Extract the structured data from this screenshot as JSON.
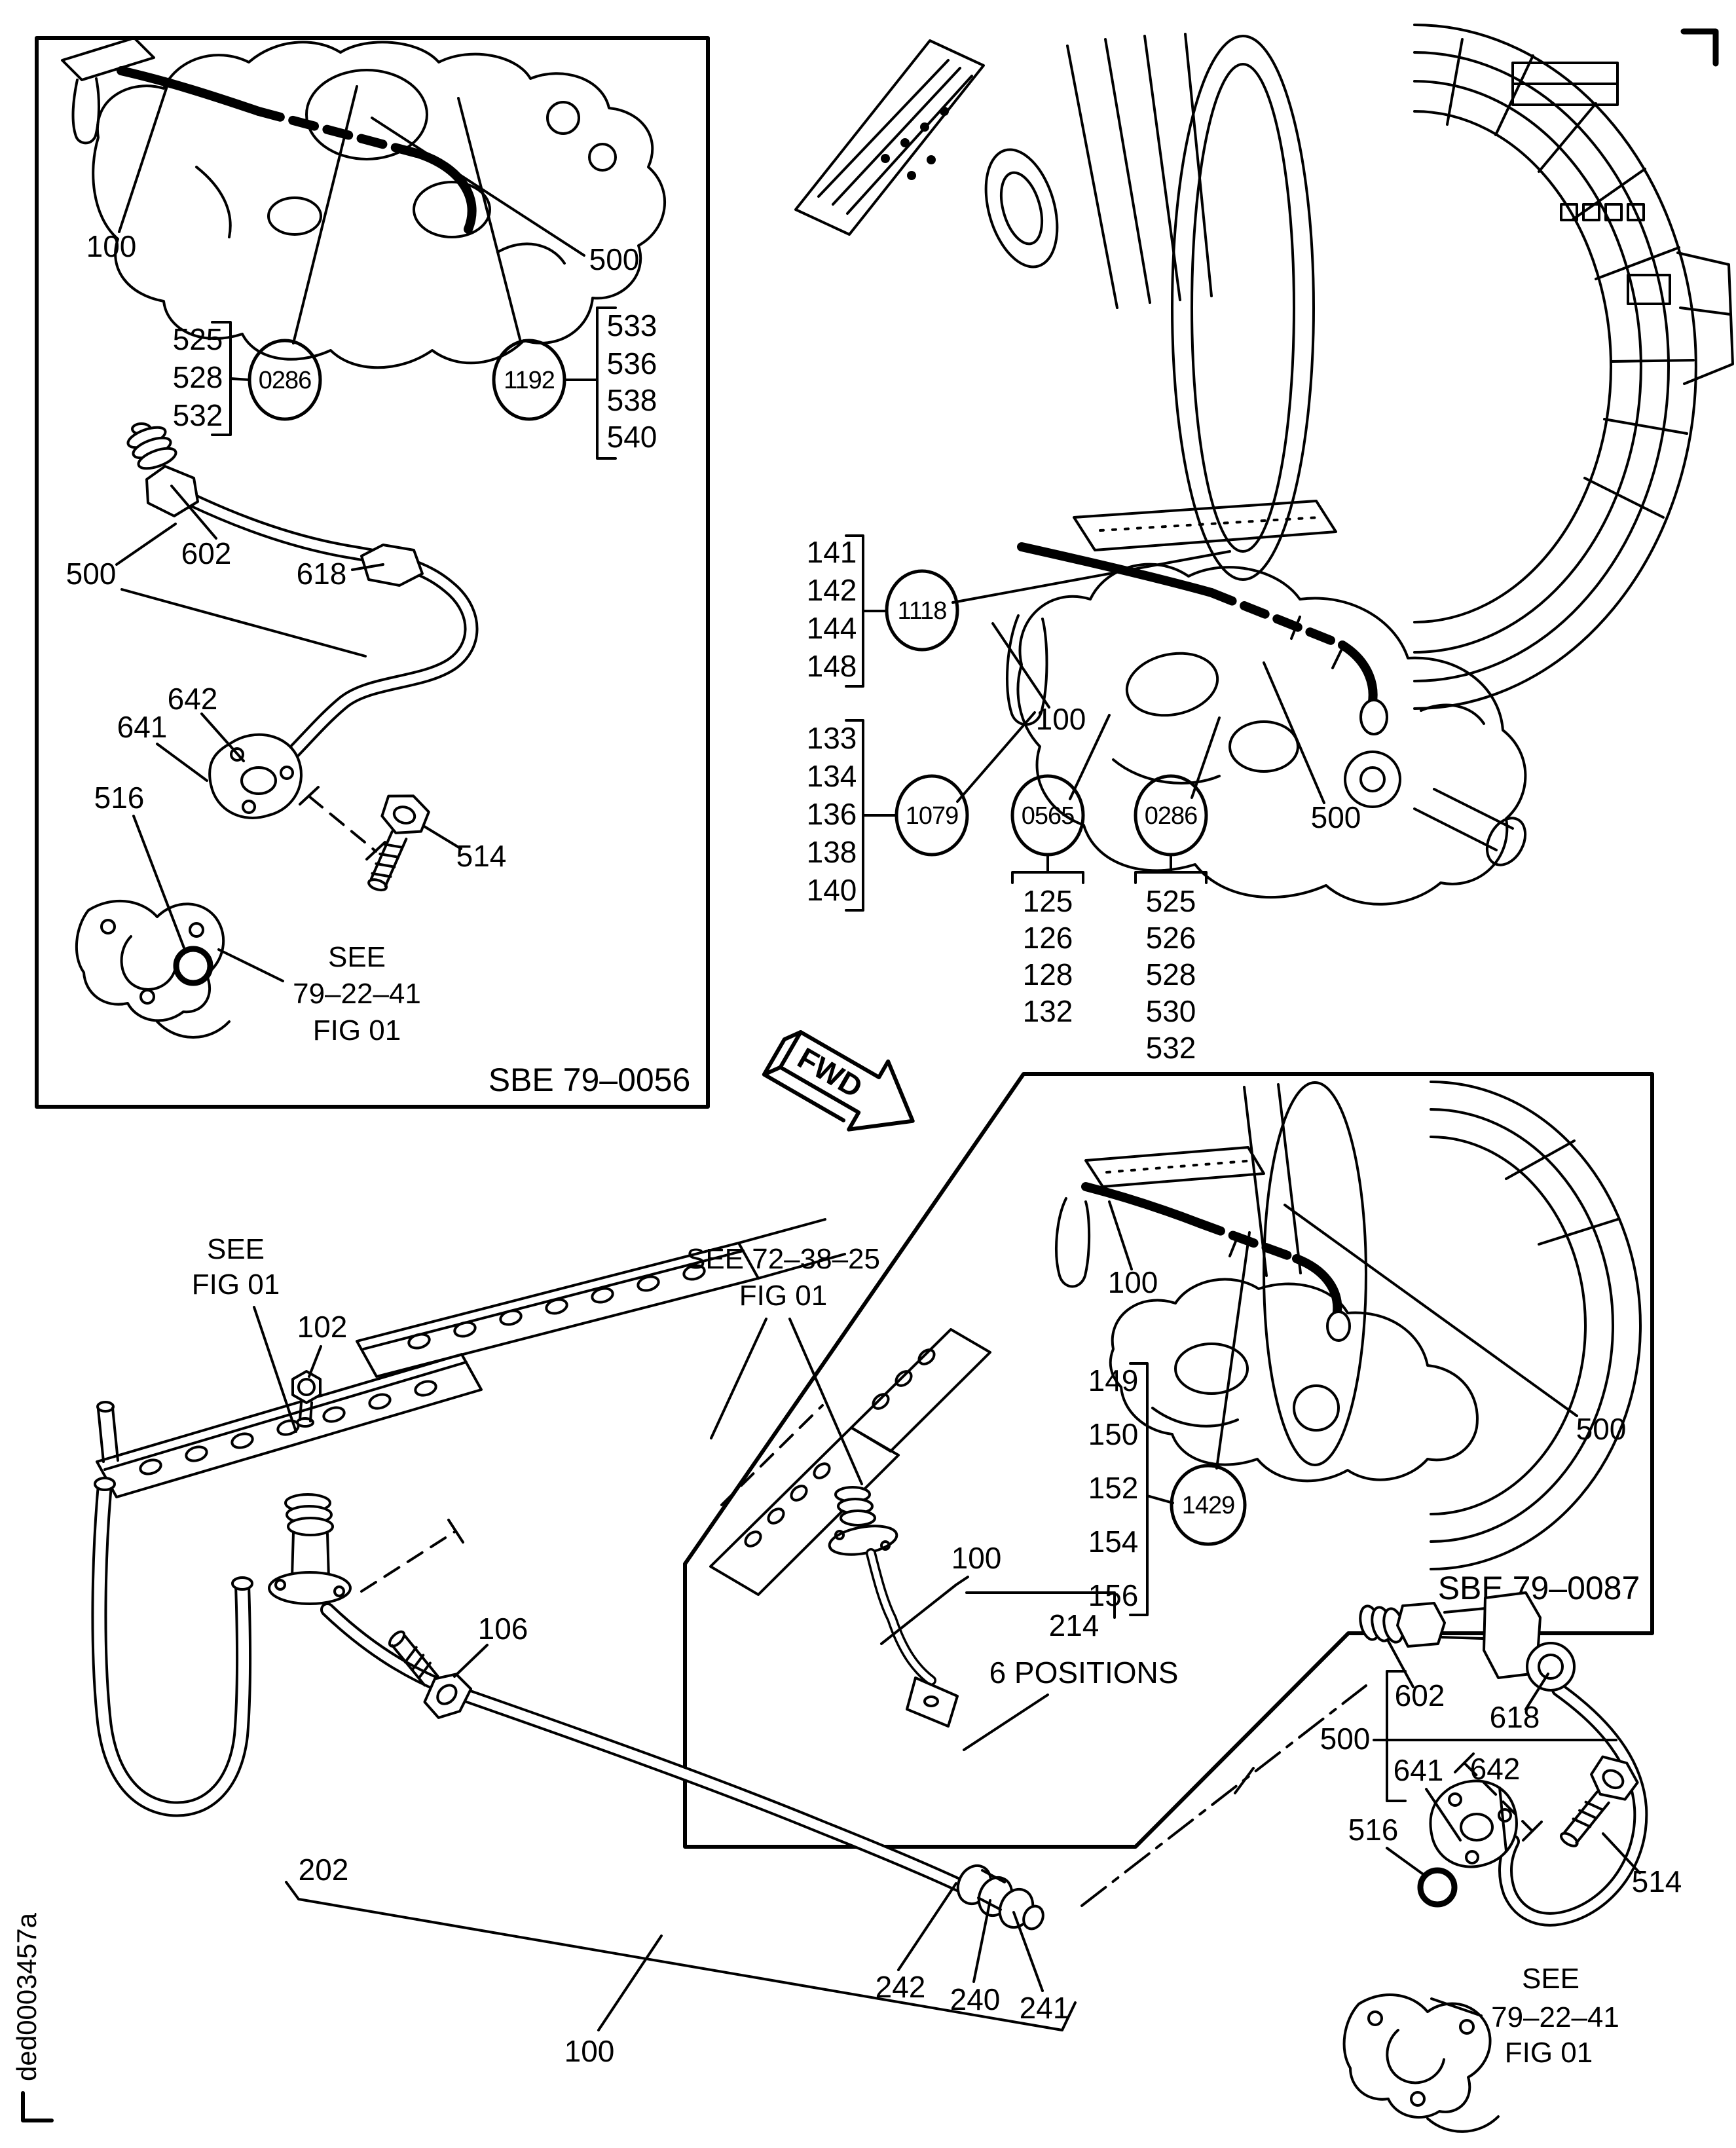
{
  "meta": {
    "drawing_id": "ded0003457a"
  },
  "vtl": {
    "title": "SBE 79–0056",
    "n100": "100",
    "n500_pipe": "500",
    "n500_tube": "500",
    "n602": "602",
    "n618": "618",
    "n641": "641",
    "n642": "642",
    "n516": "516",
    "n514": "514",
    "b0286": "0286",
    "b1192": "1192",
    "g525": [
      "525",
      "528",
      "532"
    ],
    "g533": [
      "533",
      "536",
      "538",
      "540"
    ],
    "see": [
      "SEE",
      "79–22–41",
      "FIG 01"
    ]
  },
  "vm": {
    "n100": "100",
    "n500": "500",
    "fwd": "FWD",
    "g141": [
      "141",
      "142",
      "144",
      "148"
    ],
    "b1118": "1118",
    "g133": [
      "133",
      "134",
      "136",
      "138",
      "140"
    ],
    "b1079": "1079",
    "b0565": "0565",
    "g125": [
      "125",
      "126",
      "128",
      "132"
    ],
    "b0286": "0286",
    "g525": [
      "525",
      "526",
      "528",
      "530",
      "532"
    ]
  },
  "vr": {
    "title": "SBE 79–0087",
    "n100": "100",
    "n500": "500",
    "b1429": "1429",
    "g149": [
      "149",
      "150",
      "152",
      "154",
      "156"
    ]
  },
  "vbl": {
    "see": [
      "SEE",
      "FIG 01"
    ],
    "n102": "102",
    "n106": "106",
    "n202": "202",
    "n100": "100",
    "n242": "242",
    "n240": "240",
    "n241": "241"
  },
  "vmb": {
    "see": [
      "SEE 72–38–25",
      "FIG 01"
    ],
    "n100": "100",
    "n214": "214",
    "positions": "6 POSITIONS"
  },
  "vbr": {
    "n500": "500",
    "n602": "602",
    "n618": "618",
    "n641": "641",
    "n642": "642",
    "n516": "516",
    "n514": "514",
    "see": [
      "SEE",
      "79–22–41",
      "FIG 01"
    ]
  }
}
